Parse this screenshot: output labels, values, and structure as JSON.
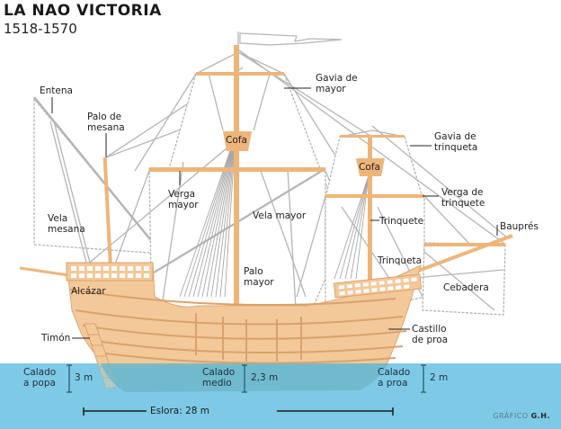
{
  "header": {
    "title": "LA NAO VICTORIA",
    "subtitle": "1518-1570"
  },
  "labels": {
    "entena": "Entena",
    "palo_mesana": [
      "Palo de",
      "mesana"
    ],
    "vela_mesana": [
      "Vela",
      "mesana"
    ],
    "verga_mayor": [
      "Verga",
      "mayor"
    ],
    "vela_mayor": "Vela mayor",
    "palo_mayor": [
      "Palo",
      "mayor"
    ],
    "cofa_mayor": "Cofa",
    "cofa_trinquete": "Cofa",
    "gavia_mayor": [
      "Gavia de",
      "mayor"
    ],
    "gavia_trinquete": [
      "Gavia de",
      "trinqueta"
    ],
    "verga_trinquete": [
      "Verga de",
      "trinquete"
    ],
    "trinquete": "Trinquete",
    "trinqueta": "Trinqueta",
    "baupres": "Bauprés",
    "cebadera": "Cebadera",
    "alcazar": "Alcázar",
    "timon": "Timón",
    "castillo_proa": [
      "Castillo",
      "de proa"
    ]
  },
  "measurements": {
    "calado_popa": {
      "label": [
        "Calado",
        "a popa"
      ],
      "value": "3 m"
    },
    "calado_medio": {
      "label": [
        "Calado",
        "medio"
      ],
      "value": "2,3 m"
    },
    "calado_proa": {
      "label": [
        "Calado",
        "a proa"
      ],
      "value": "2 m"
    },
    "eslora": "Eslora: 28 m"
  },
  "credit": {
    "prefix": "GRÁFICO",
    "author": "G.H."
  },
  "colors": {
    "hull": "#f3c99a",
    "hull_line": "#d9a26c",
    "mast": "#eeb57a",
    "rigging": "#b8b8b8",
    "water": "#7ecbe6",
    "water_under_hull": "#6db4c6",
    "text": "#222222"
  }
}
